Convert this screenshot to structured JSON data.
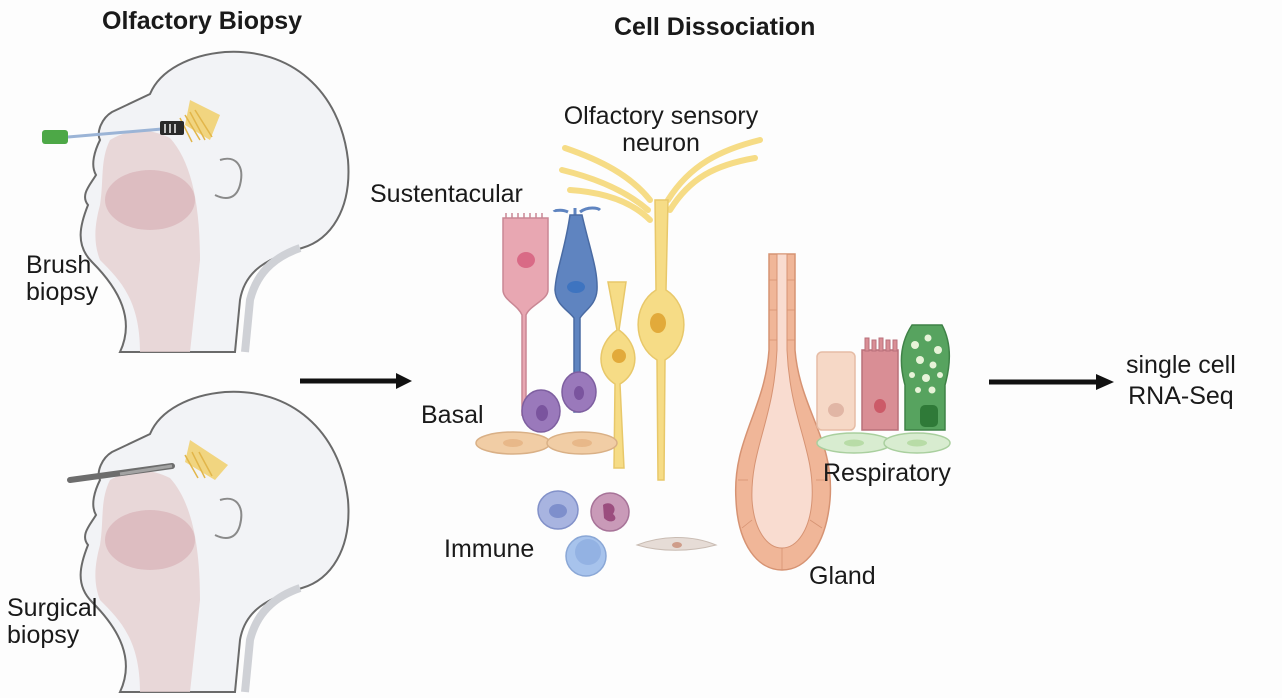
{
  "figure": {
    "sections": {
      "biopsy": {
        "title": "Olfactory Biopsy",
        "methods": [
          {
            "label_line1": "Brush",
            "label_line2": "biopsy",
            "tool": "brush"
          },
          {
            "label_line1": "Surgical",
            "label_line2": "biopsy",
            "tool": "scalpel"
          }
        ]
      },
      "dissociation": {
        "title": "Cell Dissociation",
        "cell_types": {
          "osn_line1": "Olfactory sensory",
          "osn_line2": "neuron",
          "sustentacular": "Sustentacular",
          "basal": "Basal",
          "immune": "Immune",
          "gland": "Gland",
          "respiratory": "Respiratory"
        }
      },
      "output": {
        "line1": "single cell",
        "line2": "RNA-Seq"
      }
    },
    "colors": {
      "sustentacular": "#e8a7b2",
      "blue_cell": "#5f84c0",
      "neuron": "#f6dc86",
      "basal_purple": "#9a79bb",
      "basal_flat": "#f1cda5",
      "gland": "#f0b698",
      "respiratory_green": "#57a35f",
      "immune_blue": "#8fa7dc",
      "immune_purple": "#b26a95"
    }
  }
}
